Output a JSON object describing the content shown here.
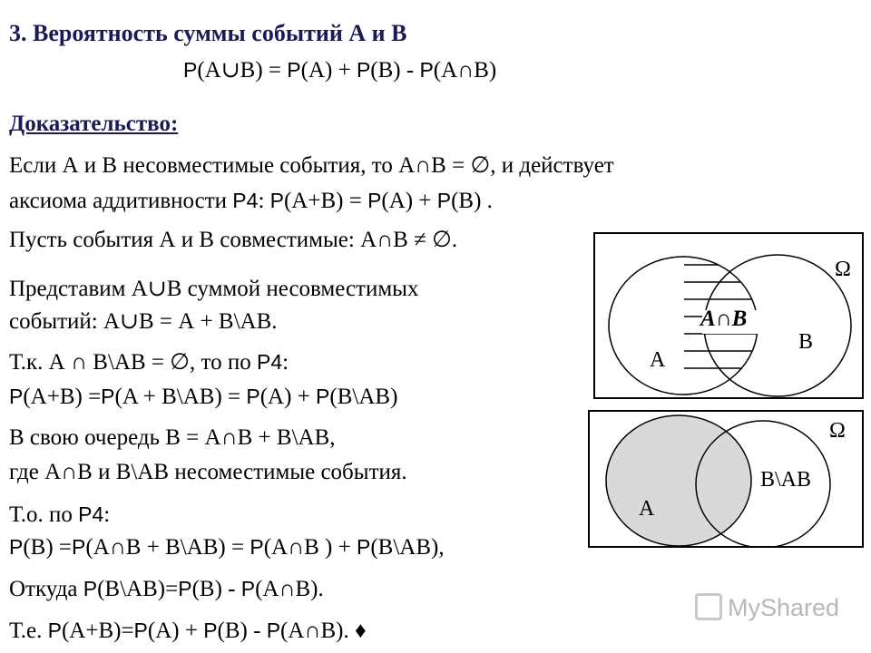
{
  "title": "3. Вероятность суммы событий А и В",
  "formula_parts": [
    "P",
    "(A∪B) = ",
    "P",
    "(A) + ",
    "P",
    "(B) - ",
    "P",
    "(A∩B)"
  ],
  "proof_heading": "Доказательство:",
  "lines": {
    "l1": "Если А и В несовместимые события, то А∩В = ∅, и действует",
    "l2a": "аксиома аддитивности ",
    "l2b": "Р4",
    "l2c": ": ",
    "l2d": "Р",
    "l2e": "(A+B) = ",
    "l2f": "Р",
    "l2g": "(A) + ",
    "l2h": "Р",
    "l2i": "(B) .",
    "l3": "Пусть события А и В совместимые: А∩В ≠ ∅.",
    "l4": "Представим А∪В суммой несовместимых",
    "l5": "событий:     А∪В = А + В\\АВ.",
    "l6a": "Т.к. А ∩ В\\АВ = ∅, то по ",
    "l6b": "Р4",
    "l6c": ":",
    "l7a": "Р",
    "l7b": "(A+B) =",
    "l7c": "Р",
    "l7d": "(A + B\\AB) = ",
    "l7e": "Р",
    "l7f": "(A) + ",
    "l7g": "Р",
    "l7h": "(B\\AB)",
    "l8": "В свою очередь В = А∩В + В\\АВ,",
    "l9": "где А∩В и В\\АВ несоместимые события.",
    "l10a": "Т.о. по ",
    "l10b": "Р4",
    "l10c": ":",
    "l11a": "Р",
    "l11b": "(B) =",
    "l11c": "Р",
    "l11d": "(A∩B + B\\AB) = ",
    "l11e": "Р",
    "l11f": "(A∩B ) + ",
    "l11g": "Р",
    "l11h": "(B\\AB),",
    "l12a": "Откуда ",
    "l12b": "Р",
    "l12c": "(B\\AB)=",
    "l12d": "Р",
    "l12e": "(B) - ",
    "l12f": "Р",
    "l12g": "(A∩B).",
    "l13a": "Т.е. ",
    "l13b": "Р",
    "l13c": "(A+B)=",
    "l13d": "Р",
    "l13e": "(A) + ",
    "l13f": "Р",
    "l13g": "(B) - ",
    "l13h": "Р",
    "l13i": "(A∩B).  ♦"
  },
  "venn1": {
    "label_a": "A",
    "label_b": "B",
    "label_ab": "A∩B",
    "label_omega": "Ω"
  },
  "venn2": {
    "label_a": "A",
    "label_bab": "B\\AB",
    "label_omega": "Ω"
  },
  "watermark": "MyShared",
  "colors": {
    "title": "#1a1a55",
    "shade": "#d9d9d9"
  }
}
